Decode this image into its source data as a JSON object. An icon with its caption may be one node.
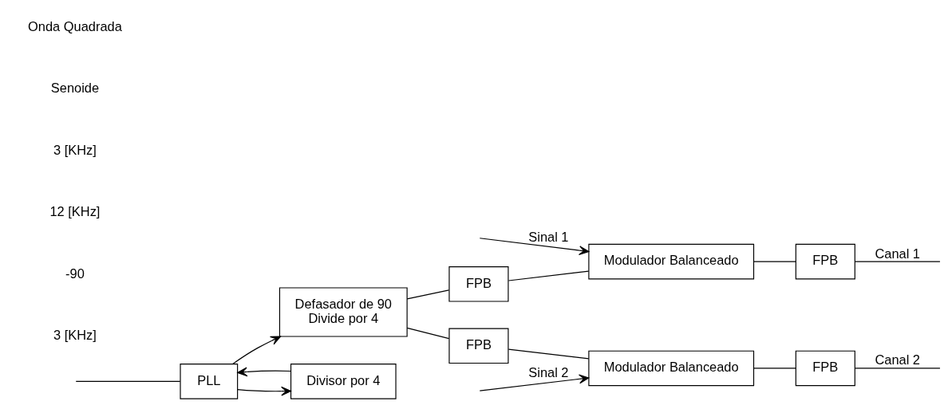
{
  "diagram": {
    "nodes": [
      {
        "text": [
          "PLL"
        ]
      },
      {
        "text": [
          "Defasador de 90",
          "Divide por 4"
        ]
      },
      {
        "text": [
          "FPB"
        ]
      },
      {
        "text": [
          "Modulador Balanceado"
        ]
      },
      {
        "text": [
          "FPB"
        ]
      },
      {
        "text": [
          "FPB"
        ]
      },
      {
        "text": [
          "Modulador Balanceado"
        ]
      },
      {
        "text": [
          "FPB"
        ]
      },
      {
        "text": [
          "Divisor por 4"
        ]
      }
    ],
    "edges": [
      {
        "from": null,
        "to": 0,
        "arrow": "none"
      },
      {
        "from": 0,
        "to": 1,
        "arrow": "to"
      },
      {
        "from": 0,
        "to": 8,
        "arrow": "to"
      },
      {
        "from": 8,
        "to": 0,
        "arrow": "to"
      },
      {
        "from": 1,
        "to": 2,
        "arrow": "none"
      },
      {
        "from": 1,
        "to": 5,
        "arrow": "none"
      },
      {
        "from": 2,
        "to": 3,
        "arrow": "none"
      },
      {
        "from": 5,
        "to": 6,
        "arrow": "none"
      },
      {
        "from": null,
        "to": 3,
        "arrow": "to",
        "label": "Sinal 1"
      },
      {
        "from": 3,
        "to": 4,
        "arrow": "none"
      },
      {
        "from": 4,
        "to": null,
        "arrow": "none",
        "label": "Canal 1"
      },
      {
        "from": null,
        "to": 6,
        "arrow": "to",
        "label": "Sinal 2"
      },
      {
        "from": 6,
        "to": 7,
        "arrow": "none"
      },
      {
        "from": 7,
        "to": null,
        "arrow": "none",
        "label": "Canal 2"
      }
    ],
    "labels": [
      "3 [KHz]",
      "-90",
      "12 [KHz]",
      "3 [KHz]",
      "Senoide",
      "Onda Quadrada"
    ]
  }
}
